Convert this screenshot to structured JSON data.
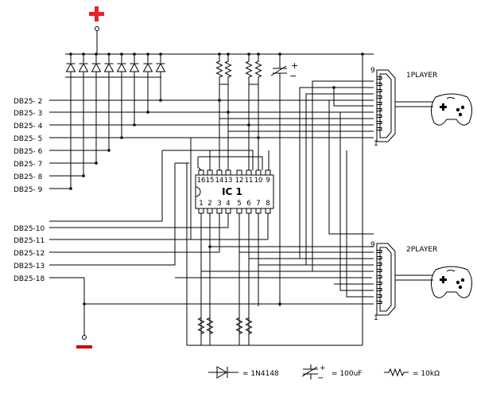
{
  "power": {
    "plus": "+",
    "minus": ""
  },
  "cap_polarity": {
    "plus": "+",
    "minus": "−"
  },
  "db25_left": [
    "DB25- 2",
    "DB25- 3",
    "DB25- 4",
    "DB25- 5",
    "DB25- 6",
    "DB25- 7",
    "DB25- 8",
    "DB25- 9"
  ],
  "db25_lower": [
    "DB25-10",
    "DB25-11",
    "DB25-12",
    "DB25-13",
    "DB25-18"
  ],
  "ic": {
    "name": "IC 1",
    "top_pins": [
      "16",
      "15",
      "14",
      "13",
      "12",
      "11",
      "10",
      "9"
    ],
    "bottom_pins": [
      "1",
      "2",
      "3",
      "4",
      "5",
      "6",
      "7",
      "8"
    ]
  },
  "player1": {
    "label": "1PLAYER",
    "pin_top": "9",
    "pin_bottom": "1"
  },
  "player2": {
    "label": "2PLAYER",
    "pin_top": "9",
    "pin_bottom": "1"
  },
  "legend": {
    "diode": "= 1N4148",
    "capacitor": "= 100uF",
    "resistor": "= 10kΩ"
  },
  "colors": {
    "power_plus": "#e8202a",
    "ground": "#cc0000",
    "wire": "#000000"
  }
}
